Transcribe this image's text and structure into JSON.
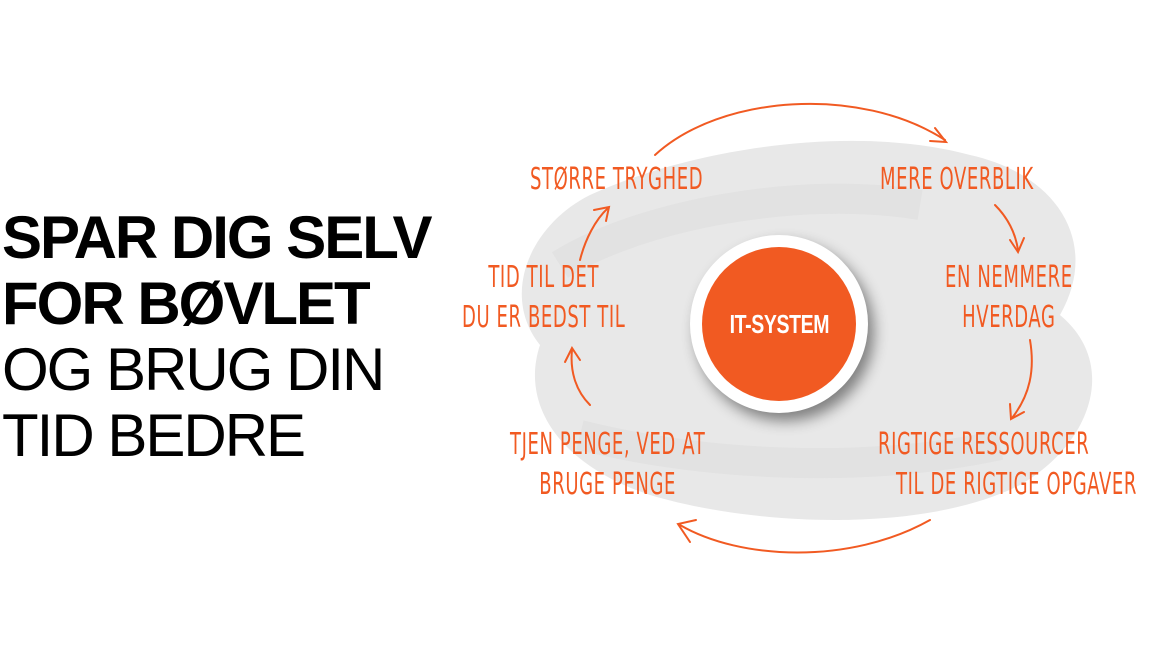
{
  "headline": {
    "line1": "SPAR DIG SELV",
    "line2": "FOR BØVLET",
    "line3": "OG BRUG DIN",
    "line4": "TID BEDRE"
  },
  "center": {
    "label": "IT-SYSTEM"
  },
  "cycle": [
    {
      "lines": [
        "Mere overblik"
      ]
    },
    {
      "lines": [
        "En nemmere",
        "hverdag"
      ]
    },
    {
      "lines": [
        "Rigtige ressourcer",
        "til de rigtige opgaver"
      ]
    },
    {
      "lines": [
        "Tjen penge, ved at",
        "bruge penge"
      ]
    },
    {
      "lines": [
        "Tid til det",
        "du er bedst til"
      ]
    },
    {
      "lines": [
        "Større tryghed"
      ]
    }
  ],
  "colors": {
    "accent": "#f15a22",
    "brush": "#e6e6e6"
  }
}
